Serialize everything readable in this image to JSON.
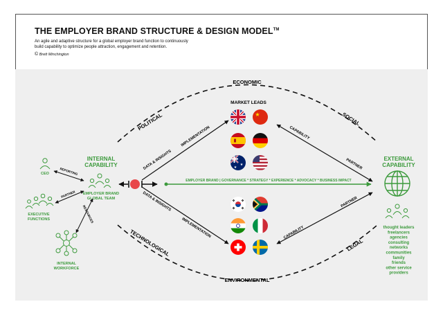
{
  "header": {
    "title": "THE EMPLOYER BRAND STRUCTURE & DESIGN MODEL",
    "trademark": "TM",
    "subtitle_line1": "An agile and adaptive structure for a global employer brand function to continuously",
    "subtitle_line2": "build capability to optimize people attraction, engagement and retention.",
    "copyright_symbol": "©",
    "copyright_text": "Brett Minchington"
  },
  "arc_labels": {
    "economic": "ECONOMIC",
    "environmental": "ENVIRONMENTAL",
    "political": "POLITICAL",
    "social": "SOCIAL",
    "technological": "TECHNOLOGICAL",
    "legal": "LEGAL"
  },
  "left": {
    "ceo": "CEO",
    "reporting": "REPORTING",
    "partner": "PARTNER",
    "resources": "RESOURCES",
    "executive_l1": "EXECUTIVE",
    "executive_l2": "FUNCTIONS",
    "workforce_l1": "INTERNAL",
    "workforce_l2": "WORKFORCE",
    "internal_l1": "INTERNAL",
    "internal_l2": "CAPABILITY",
    "team_l1": "EMPLOYER BRAND",
    "team_l2": "GLOBAL TEAM"
  },
  "center": {
    "market_leads": "MARKET LEADS",
    "data_insights_top": "DATA & INSIGHTS",
    "data_insights_bottom": "DATA & INSIGHTS",
    "implementation_top": "IMPLEMENTATION",
    "implementation_bottom": "IMPLEMENTATION",
    "capability_top": "CAPABILITY",
    "capability_bottom": "CAPABILITY",
    "partner_top": "PARTNER",
    "partner_bottom": "PARTNER",
    "impact_line": "EMPLOYER BRAND | GOVERNANCE * STRATEGY * EXPERIENCE * ADVOCACY * BUSINESS IMPACT",
    "flags_top": [
      "uk-flag",
      "china-flag",
      "spain-flag",
      "germany-flag",
      "australia-flag",
      "usa-flag"
    ],
    "flags_bottom": [
      "south-korea-flag",
      "south-africa-flag",
      "india-flag",
      "italy-flag",
      "switzerland-flag",
      "sweden-flag"
    ]
  },
  "right": {
    "external_l1": "EXTERNAL",
    "external_l2": "CAPABILITY",
    "partners": [
      "thought leaders",
      "freelancers",
      "agencies",
      "consulting",
      "networks",
      "communities",
      "family",
      "friends",
      "other service",
      "providers"
    ]
  },
  "colors": {
    "green": "#3c9a3c",
    "red_dot": "#e8474a",
    "panel": "#efefef"
  }
}
